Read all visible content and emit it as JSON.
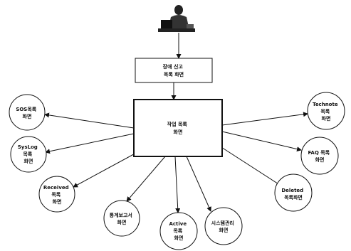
{
  "top_box": {
    "lines": [
      "장애 신고",
      "목록 화면"
    ]
  },
  "center_box": {
    "lines": [
      "작업 목록",
      "화면"
    ]
  },
  "nodes": [
    {
      "id": "sos",
      "lines": [
        "SOS목록",
        "화면"
      ]
    },
    {
      "id": "syslog",
      "lines": [
        "SysLog",
        "목록",
        "화면"
      ]
    },
    {
      "id": "received",
      "lines": [
        "Received",
        "목록",
        "화면"
      ]
    },
    {
      "id": "stats",
      "lines": [
        "통계보고서",
        "화면"
      ]
    },
    {
      "id": "active",
      "lines": [
        "Active",
        "목록",
        "화면"
      ]
    },
    {
      "id": "sysadmin",
      "lines": [
        "시스템관리",
        "화면"
      ]
    },
    {
      "id": "deleted",
      "lines": [
        "Deleted",
        "목록화면"
      ]
    },
    {
      "id": "faq",
      "lines": [
        "FAQ 목록",
        "화면"
      ]
    },
    {
      "id": "technote",
      "lines": [
        "Technote",
        "목록",
        "화면"
      ]
    }
  ],
  "icons": {
    "person": "person-at-computer-icon"
  }
}
